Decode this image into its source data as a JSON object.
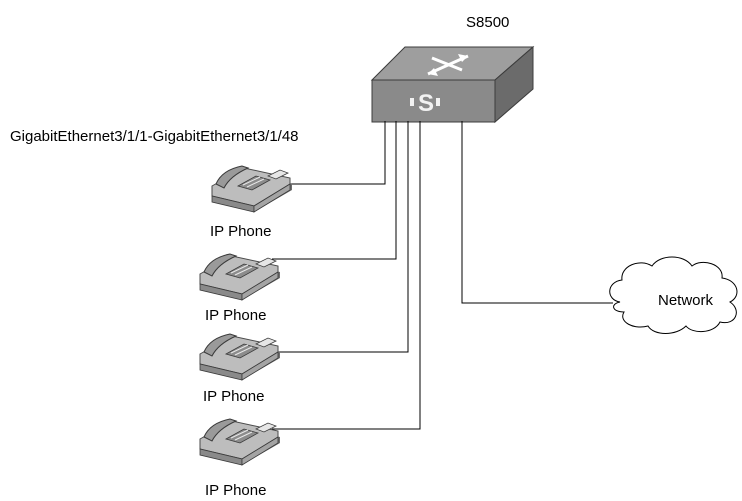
{
  "switch": {
    "name": "S8500",
    "icon": "s-switch-icon"
  },
  "port_range_label": "GigabitEthernet3/1/1-GigabitEthernet3/1/48",
  "phones": [
    {
      "label": "IP Phone",
      "icon": "ip-phone-icon"
    },
    {
      "label": "IP Phone",
      "icon": "ip-phone-icon"
    },
    {
      "label": "IP Phone",
      "icon": "ip-phone-icon"
    },
    {
      "label": "IP Phone",
      "icon": "ip-phone-icon"
    }
  ],
  "network": {
    "label": "Network",
    "icon": "cloud-icon"
  }
}
